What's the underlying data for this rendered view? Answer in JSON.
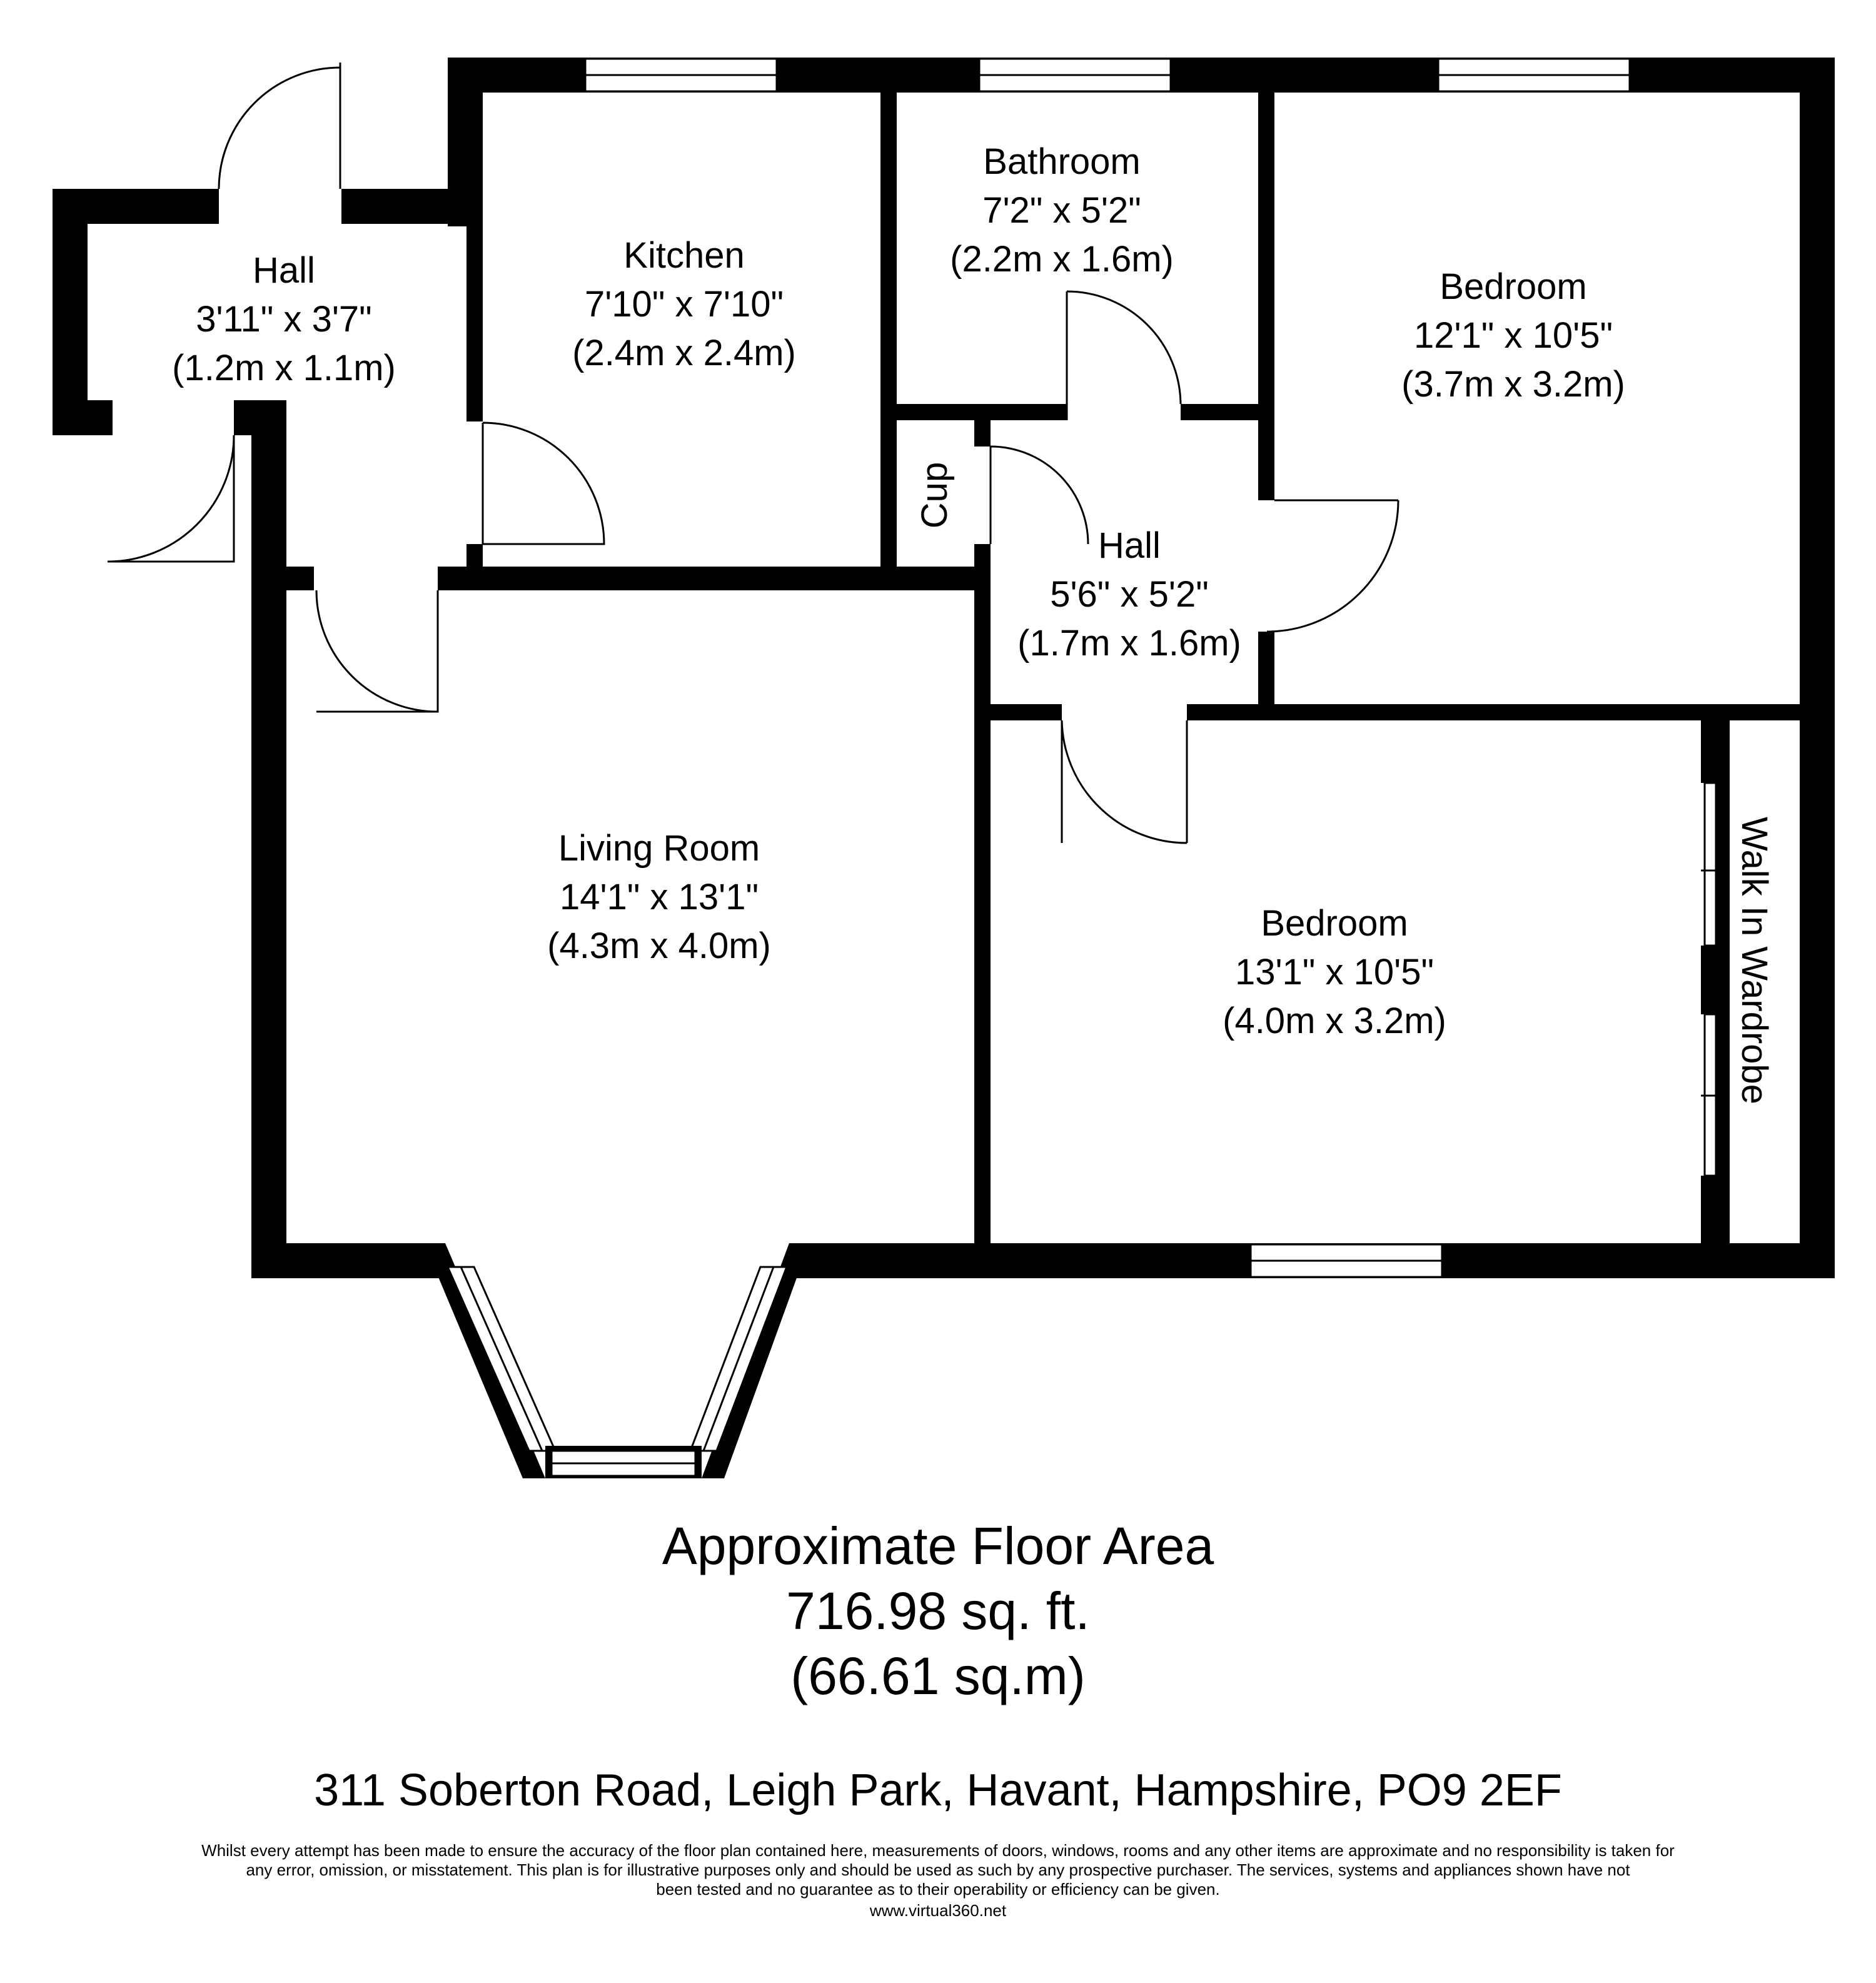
{
  "rooms": {
    "hall_entrance": {
      "name": "Hall",
      "imperial": "3'11\" x 3'7\"",
      "metric": "(1.2m x 1.1m)"
    },
    "kitchen": {
      "name": "Kitchen",
      "imperial": "7'10\" x 7'10\"",
      "metric": "(2.4m x 2.4m)"
    },
    "bathroom": {
      "name": "Bathroom",
      "imperial": "7'2\" x 5'2\"",
      "metric": "(2.2m x 1.6m)"
    },
    "bedroom_1": {
      "name": "Bedroom",
      "imperial": "12'1\" x 10'5\"",
      "metric": "(3.7m x 3.2m)"
    },
    "cupboard": {
      "name": "Cup"
    },
    "hall_inner": {
      "name": "Hall",
      "imperial": "5'6\" x 5'2\"",
      "metric": "(1.7m x 1.6m)"
    },
    "living_room": {
      "name": "Living Room",
      "imperial": "14'1\" x 13'1\"",
      "metric": "(4.3m x 4.0m)"
    },
    "bedroom_2": {
      "name": "Bedroom",
      "imperial": "13'1\" x 10'5\"",
      "metric": "(4.0m x 3.2m)"
    },
    "wardrobe": {
      "name": "Walk In Wardrobe"
    }
  },
  "floor_area": {
    "title": "Approximate Floor Area",
    "imperial": "716.98 sq. ft.",
    "metric": "(66.61 sq.m)"
  },
  "address": "311 Soberton Road, Leigh Park, Havant, Hampshire, PO9 2EF",
  "disclaimer": [
    "Whilst every attempt has been made to ensure the accuracy of the floor plan contained here, measurements of doors, windows, rooms and any other items  are approximate and no responsibility is taken for",
    "any error, omission, or misstatement. This plan is for illustrative purposes only and should be used as such by any prospective purchaser. The services, systems and appliances shown have not",
    "been tested and no guarantee as to their operability or efficiency can be given."
  ],
  "website": "www.virtual360.net",
  "colors": {
    "wall": "#000000",
    "background": "#ffffff"
  }
}
